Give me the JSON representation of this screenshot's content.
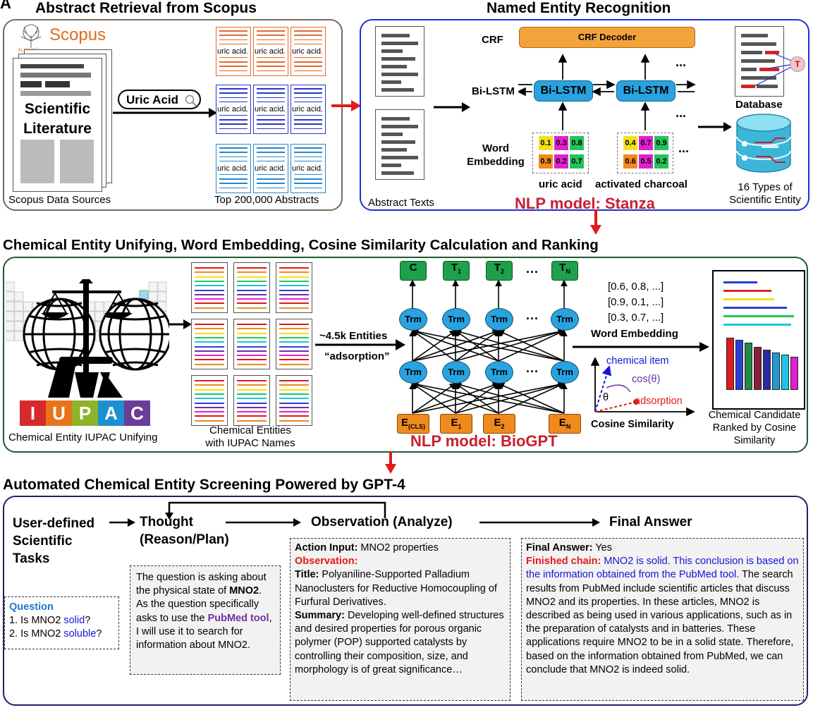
{
  "panel_letter": "A",
  "section1": {
    "title": "Abstract Retrieval from Scopus",
    "scopus_logo": "Scopus",
    "elsevier": "ELSEVIER",
    "literature_label": "Scientific Literature",
    "search_term": "Uric Acid",
    "abstract_word": "uric acid",
    "source_caption": "Scopus Data Sources",
    "abstracts_caption": "Top 200,000 Abstracts"
  },
  "section2": {
    "title": "Named Entity Recognition",
    "crf": "CRF",
    "crf_decoder": "CRF Decoder",
    "bilstm": "Bi-LSTM",
    "bilstm_cell": "Bi-LSTM",
    "word_embedding": "Word Embedding",
    "token1": "uric acid",
    "token2": "activated charcoal",
    "ellipsis": "...",
    "abstract_texts": "Abstract Texts",
    "database": "Database",
    "entity_types": "16 Types of Scientific Entity",
    "model": "NLP model: Stanza",
    "t_badge": "T",
    "emb_values_a": [
      "0.1",
      "0.3",
      "0.8",
      "0.9",
      "0.2",
      "0.7"
    ],
    "emb_values_b": [
      "0.4",
      "0.7",
      "0.9",
      "0.6",
      "0.5",
      "0.2"
    ]
  },
  "section3": {
    "title": "Chemical Entity Unifying, Word Embedding, Cosine Similarity Calculation and Ranking",
    "iupac_letters": [
      "I",
      "U",
      "P",
      "A",
      "C"
    ],
    "iupac_colors": [
      "#d42a2a",
      "#e8731a",
      "#8db32a",
      "#1d8fd0",
      "#6a3d96"
    ],
    "iupac_caption": "Chemical Entity IUPAC Unifying",
    "entities_caption_1": "Chemical Entities",
    "entities_caption_2": "with IUPAC Names",
    "entities_count": "~4.5k Entities",
    "query_word": "“adsorption”",
    "outputs": [
      "C",
      "T",
      "T",
      "T"
    ],
    "output_subs": [
      "",
      "1",
      "2",
      "N"
    ],
    "inputs": [
      "E",
      "E",
      "E",
      "E"
    ],
    "input_subs": [
      "(CLS)",
      "1",
      "2",
      "N"
    ],
    "trm": "Trm",
    "dots": "···",
    "vectors": [
      "[0.6, 0.8, ...]",
      "[0.9, 0.1, ...]",
      "[0.3, 0.7, ...]"
    ],
    "word_embedding": "Word Embedding",
    "chemical_item": "chemical item",
    "cos_label": "cos(θ)",
    "theta": "θ",
    "adsorption": "adsorption",
    "cosine_similarity": "Cosine Similarity",
    "ranked_caption": "Chemical Candidate Ranked by Cosine Similarity",
    "model": "NLP model: BioGPT",
    "line_colors": [
      "#2a3fd6",
      "#d12a2a",
      "#f2e21a",
      "#2a3fd6",
      "#22c45a",
      "#22c4d6"
    ],
    "bar_colors": [
      "#e01b1b",
      "#2a3fd6",
      "#1f8a4a",
      "#8a1f3a",
      "#2a2aa0",
      "#1f9ad6",
      "#22c4e6",
      "#e020d0"
    ],
    "bar_values": [
      1.0,
      0.96,
      0.9,
      0.82,
      0.77,
      0.72,
      0.68,
      0.63
    ]
  },
  "section4": {
    "title": "Automated Chemical Entity Screening Powered by GPT-4",
    "step1": "User-defined Scientific Tasks",
    "step2a": "Thought",
    "step2b": "(Reason/Plan)",
    "step3": "Observation (Analyze)",
    "step4": "Final Answer",
    "question_title": "Question",
    "q1_pre": "1. Is MNO2 ",
    "q1_word": "solid",
    "q1_post": "?",
    "q2_pre": "2. Is MNO2 ",
    "q2_word": "soluble",
    "q2_post": "?",
    "thought_1": "The question is asking about the physical state of ",
    "thought_mno2": "MNO2",
    "thought_2": ". As the question specifically asks to use the ",
    "thought_tool": "PubMed tool",
    "thought_3": ", I will use it to search for information about MNO2.",
    "obs_action_label": "Action Input:",
    "obs_action_value": " MNO2 properties",
    "obs_label": "Observation:",
    "obs_title_label": "Title:",
    "obs_title_value": " Polyaniline-Supported Palladium Nanoclusters for Reductive Homocoupling of Furfural Derivatives.",
    "obs_summary_label": "Summary:",
    "obs_summary_value": " Developing well-defined structures and desired properties for porous organic polymer (POP) supported catalysts by controlling their composition, size, and morphology is of great significance…",
    "fa_label": "Final Answer:",
    "fa_value": " Yes",
    "fc_label": "Finished chain:",
    "fc_blue": " MNO2 is solid. This conclusion is based on the information obtained from the PubMed tool.",
    "fc_rest": " The search results from PubMed include scientific articles that discuss MNO2 and its properties. In these articles, MNO2 is described as being used in various applications, such as in the preparation of catalysts and in batteries. These applications require MNO2 to be in a solid state. Therefore, based on the information obtained from PubMed, we can conclude that MNO2 is indeed solid."
  }
}
